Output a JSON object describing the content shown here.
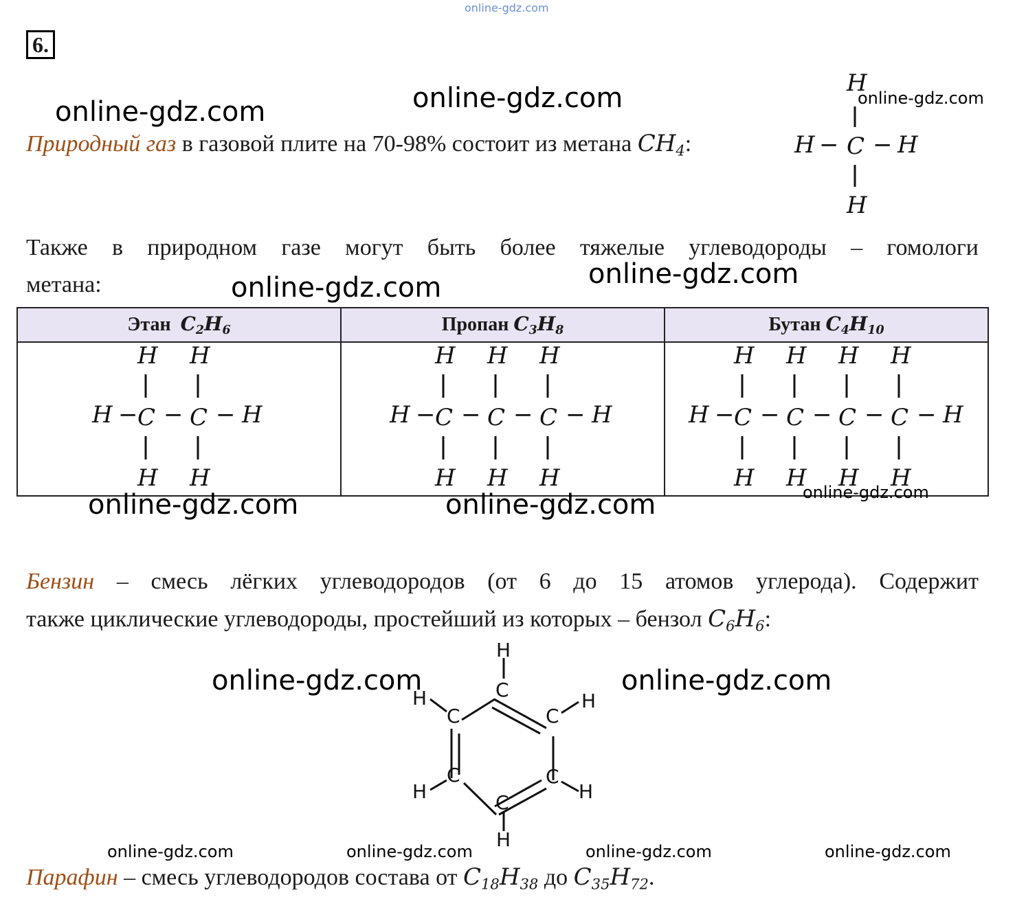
{
  "watermarks": {
    "top_tiny": "online-gdz.com",
    "label": "online-gdz.com"
  },
  "task_number": "6.",
  "para1": {
    "term": "Природный газ",
    "text": " в газовой плите на 70-98% состоит из метана ",
    "formula_c": "CH",
    "formula_sub": "4",
    "colon": ":"
  },
  "methane": {
    "h": "H",
    "c": "C",
    "dash": "−"
  },
  "para2": {
    "line1": "Также в природном газе могут быть более тяжелые углеводороды – гомологи",
    "line2": "метана:"
  },
  "table": {
    "columns": [
      {
        "name": "Этан",
        "f1": "C",
        "s1": "2",
        "f2": "H",
        "s2": "6"
      },
      {
        "name": "Пропан",
        "f1": "C",
        "s1": "3",
        "f2": "H",
        "s2": "8"
      },
      {
        "name": "Бутан",
        "f1": "C",
        "s1": "4",
        "f2": "H",
        "s2": "10"
      }
    ],
    "atom_h": "H",
    "atom_c": "C",
    "bond": "−"
  },
  "para3": {
    "term": "Бензин",
    "line1_rest": " – смесь лёгких углеводородов (от 6 до 15 атомов углерода). Содержит",
    "line2": "также циклические углеводороды, простейший из которых – бензол ",
    "formula_c": "C",
    "sub1": "6",
    "formula_h": "H",
    "sub2": "6",
    "colon": ":"
  },
  "benzene": {
    "c": "C",
    "h": "H"
  },
  "para4": {
    "term": "Парафин",
    "text": " – смесь углеводородов состава от ",
    "f1c": "C",
    "f1s1": "18",
    "f1h": "H",
    "f1s2": "38",
    "mid": " до ",
    "f2c": "C",
    "f2s1": "35",
    "f2h": "H",
    "f2s2": "72",
    "end": "."
  }
}
